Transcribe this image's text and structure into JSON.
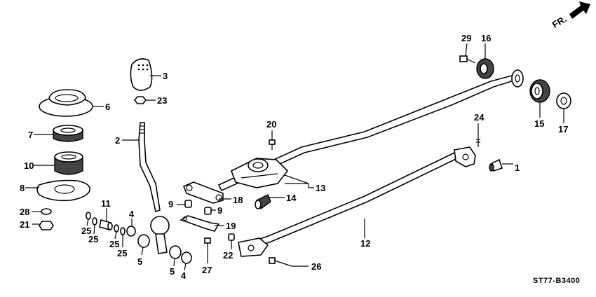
{
  "diagram": {
    "direction_label": "FR.",
    "code": "ST77-B3400",
    "callouts": {
      "n1": "1",
      "n2": "2",
      "n3": "3",
      "n4a": "4",
      "n4b": "4",
      "n5a": "5",
      "n5b": "5",
      "n6": "6",
      "n7": "7",
      "n8": "8",
      "n9a": "9",
      "n9b": "9",
      "n10": "10",
      "n11": "11",
      "n12": "12",
      "n13": "13",
      "n14": "14",
      "n15": "15",
      "n16": "16",
      "n17": "17",
      "n18": "18",
      "n19": "19",
      "n20": "20",
      "n21": "21",
      "n22": "22",
      "n23": "23",
      "n24": "24",
      "n25a": "25",
      "n25b": "25",
      "n25c": "25",
      "n25d": "25",
      "n26": "26",
      "n27": "27",
      "n28": "28",
      "n29": "29"
    }
  }
}
